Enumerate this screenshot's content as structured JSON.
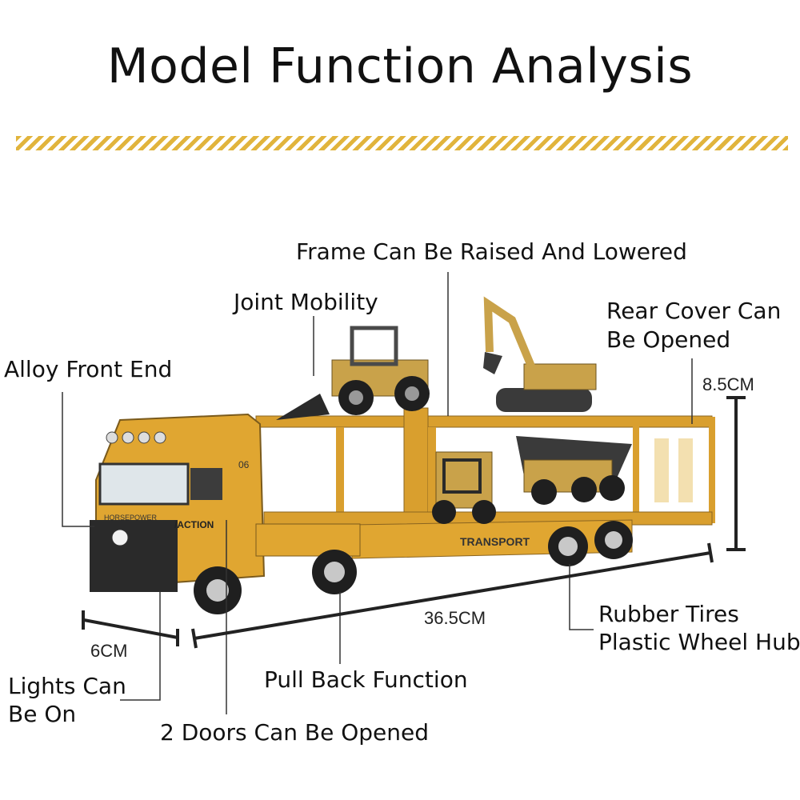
{
  "title": "Model Function Analysis",
  "colors": {
    "accent_stripe": "#e1b43c",
    "truck_body": "#e0a631",
    "truck_dark": "#2a2a2a"
  },
  "labels": {
    "frame": "Frame Can Be Raised And Lowered",
    "joint": "Joint Mobility",
    "rear_line1": "Rear Cover Can",
    "rear_line2": "Be Opened",
    "alloy": "Alloy Front End",
    "tires_line1": "Rubber Tires",
    "tires_line2": "Plastic Wheel Hub",
    "pullback": "Pull Back Function",
    "lights_line1": "Lights Can",
    "lights_line2": "Be On",
    "doors": "2 Doors Can Be Opened"
  },
  "dimensions": {
    "height": "8.5CM",
    "length": "36.5CM",
    "width": "6CM"
  },
  "truck_text": {
    "action": "/ACTION",
    "transport": "TRANSPORT",
    "horsepower": "HORSEPOWER",
    "number": "06"
  }
}
